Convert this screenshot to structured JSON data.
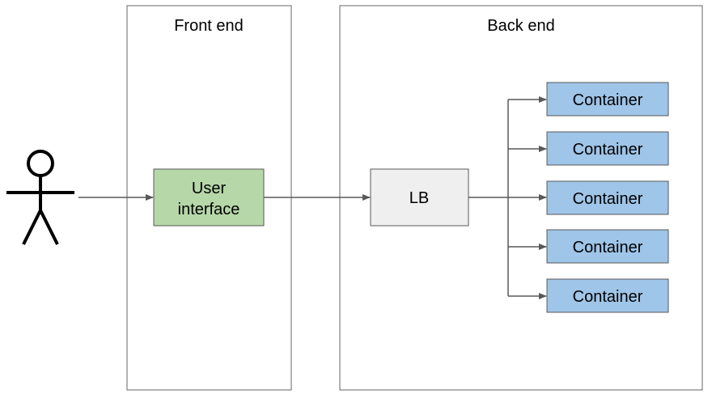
{
  "zones": {
    "front_end": {
      "label": "Front end"
    },
    "back_end": {
      "label": "Back end"
    }
  },
  "nodes": {
    "user_interface": {
      "line1": "User",
      "line2": "interface"
    },
    "lb": {
      "label": "LB"
    },
    "containers": [
      {
        "label": "Container"
      },
      {
        "label": "Container"
      },
      {
        "label": "Container"
      },
      {
        "label": "Container"
      },
      {
        "label": "Container"
      }
    ]
  },
  "colors": {
    "ui_fill": "#b6d7a8",
    "lb_fill": "#efefef",
    "container_fill": "#9fc5e8",
    "stroke": "#595959",
    "zone_stroke": "#666666"
  }
}
